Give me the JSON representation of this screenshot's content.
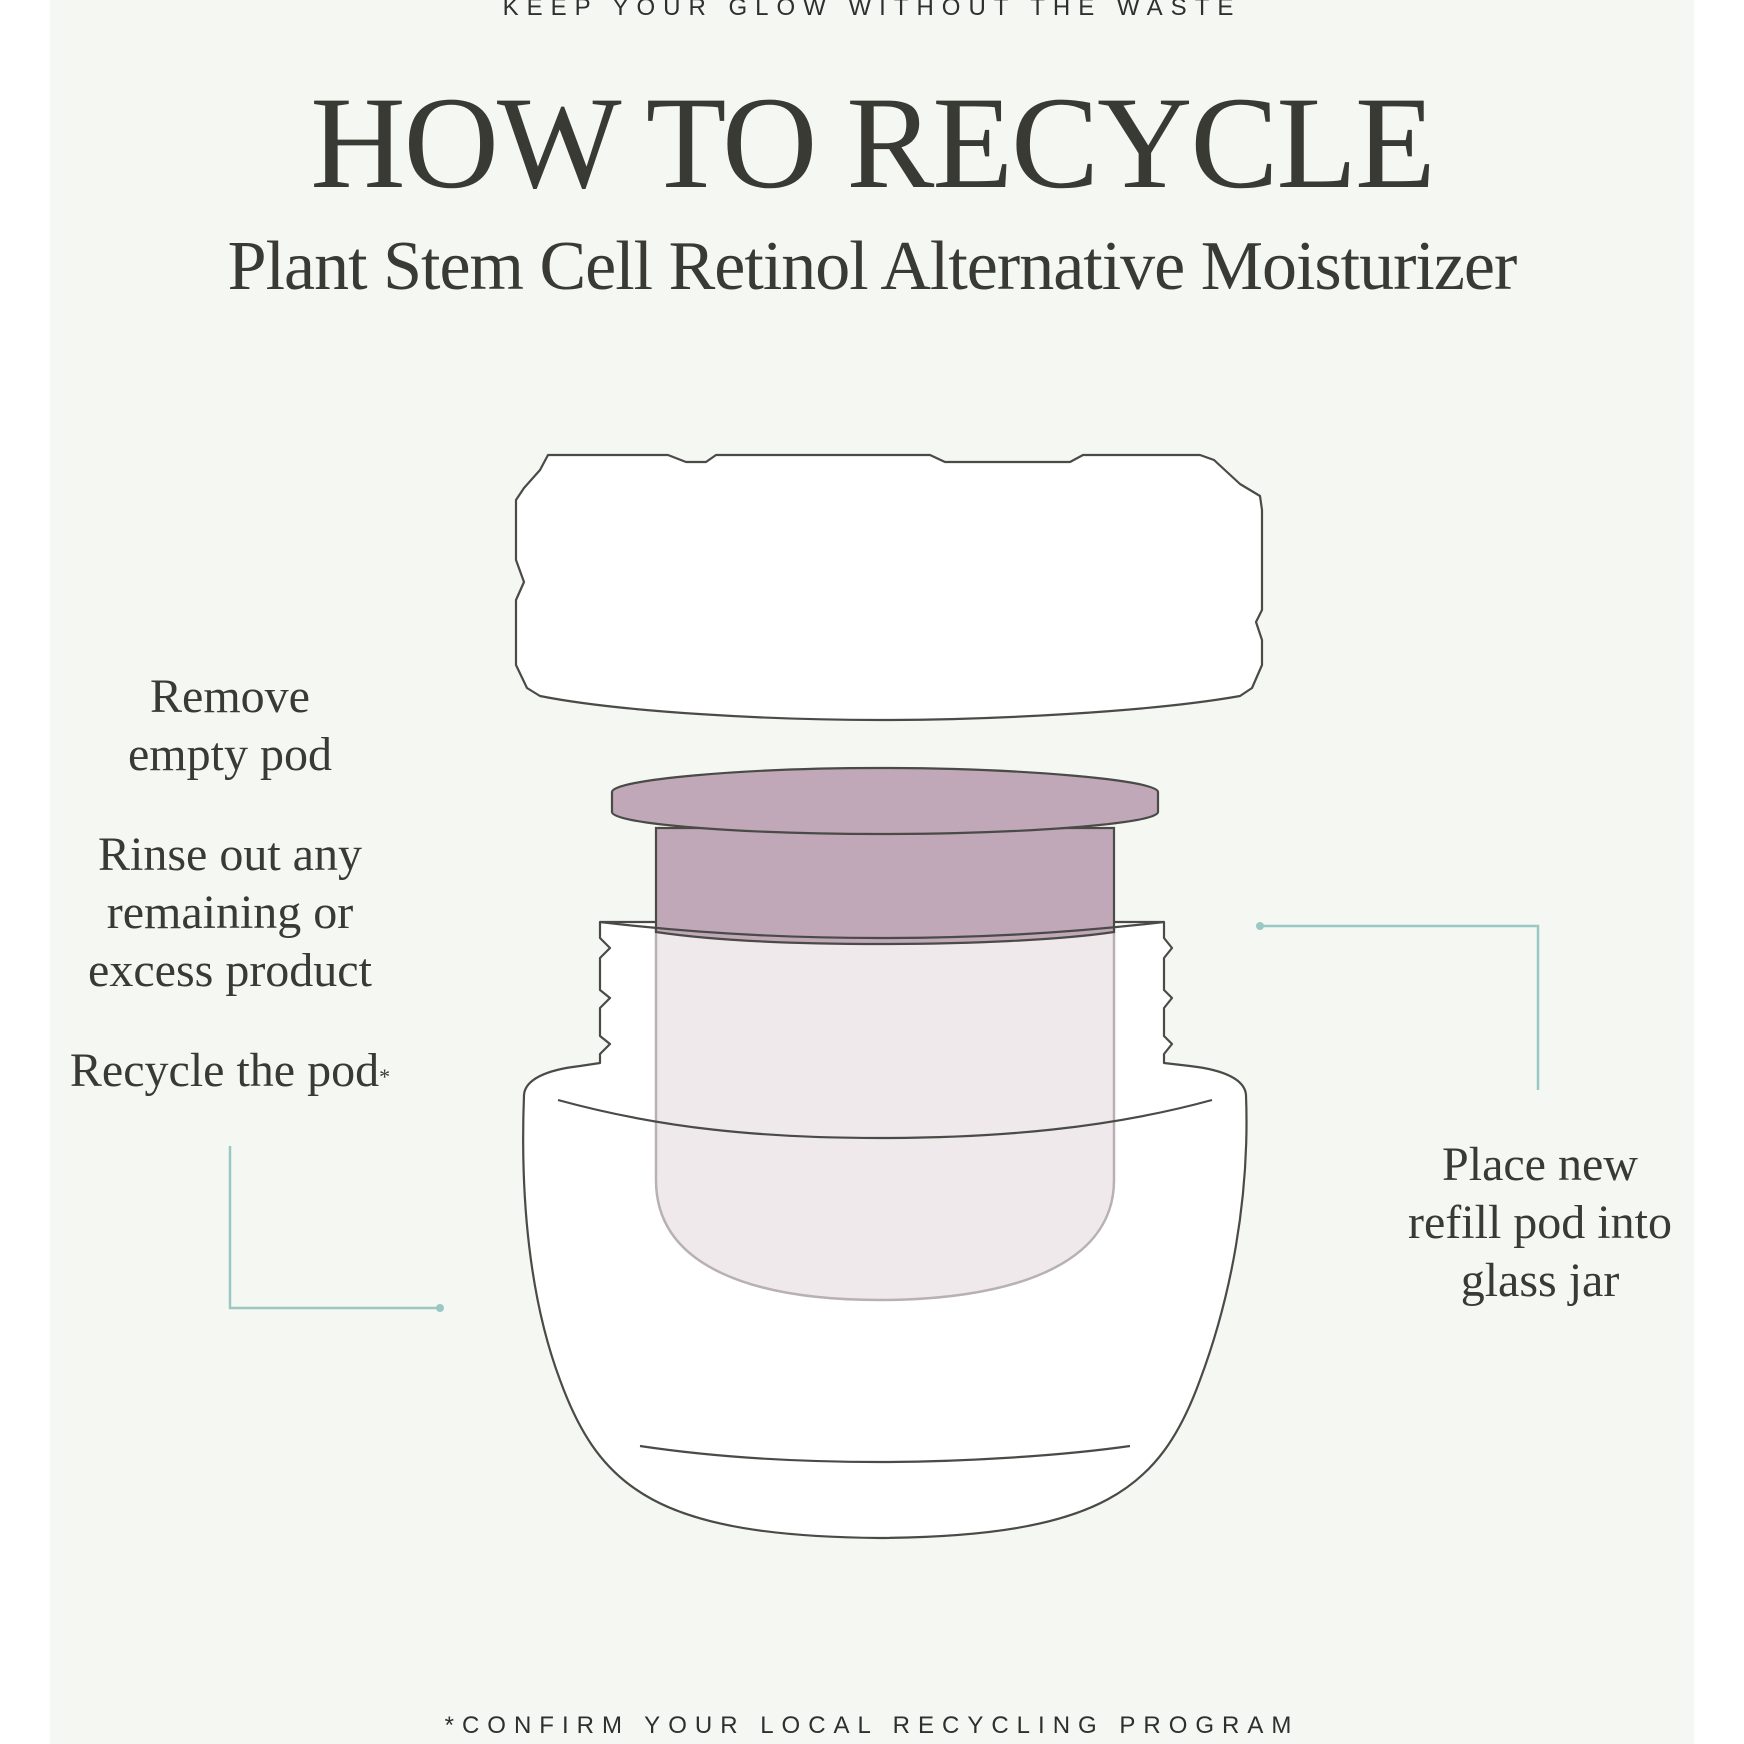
{
  "header": {
    "tagline": "KEEP YOUR GLOW WITHOUT THE WASTE",
    "title": "HOW TO RECYCLE",
    "subtitle": "Plant Stem Cell Retinol Alternative Moisturizer"
  },
  "steps": [
    {
      "text": "Remove\nempty pod"
    },
    {
      "text": "Rinse out any\nremaining or\nexcess product"
    },
    {
      "text": "Recycle the pod",
      "marker": "*"
    },
    {
      "text": "Place new\nrefill pod into\nglass jar"
    }
  ],
  "footer": {
    "note": "*CONFIRM YOUR LOCAL RECYCLING PROGRAM"
  },
  "colors": {
    "background": "#f4f7f2",
    "pod": "#c0a8b8",
    "pod_inner": "#efe9ec",
    "outline": "#4a4a46",
    "connector": "#9cc8c4"
  }
}
